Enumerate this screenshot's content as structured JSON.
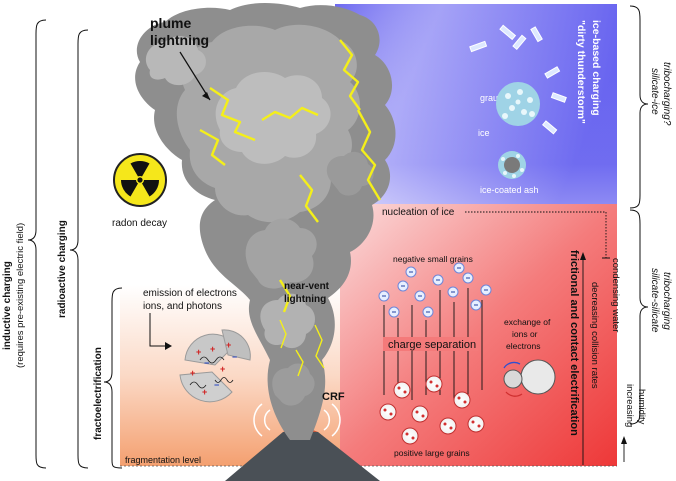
{
  "labels": {
    "plume_lightning_1": "plume",
    "plume_lightning_2": "lightning",
    "radon_decay": "radon decay",
    "emission_1": "emission of electrons",
    "emission_2": "ions, and photons",
    "near_vent_1": "near-vent",
    "near_vent_2": "lightning",
    "crf": "CRF",
    "fragmentation_level": "fragmentation level",
    "graupel": "graupel",
    "ice": "ice",
    "ice_coated_ash": "ice-coated ash",
    "ice_charging_1": "ice-based charging",
    "ice_charging_2": "\"dirty thunderstorm\"",
    "nucleation": "nucleation of ice",
    "negative_small": "negative small grains",
    "positive_large": "positive large grains",
    "charge_separation": "charge separation",
    "exchange_1": "exchange of",
    "exchange_2": "ions or",
    "exchange_3": "electrons",
    "frictional": "frictional and contact electrification",
    "condensing_water": "condensing water",
    "decreasing_collision": "decreasing collision rates",
    "increasing_humidity_1": "increasing",
    "increasing_humidity_2": "humidity"
  },
  "brackets": {
    "inductive_1": "inductive charging",
    "inductive_2": "(requires pre-existing electric field)",
    "radioactive": "radioactive charging",
    "fractoelectrification": "fractoelectrification",
    "silicate_ice_1": "silicate-ice",
    "silicate_ice_2": "tribocharging?",
    "silicate_silicate_1": "silicate-silicate",
    "silicate_silicate_2": "tribocharging"
  },
  "colors": {
    "plume_dark": "#8a8a8a",
    "plume_mid": "#a9a9a9",
    "plume_light": "#c4c4c4",
    "lightning": "#f4ef1a",
    "ice_region": "#7f7cf2",
    "warm_region": "#f04a4a",
    "fragment_region": "#f6a77a",
    "grain_negative": "#7fa8e8",
    "grain_positive": "#e0403f"
  }
}
